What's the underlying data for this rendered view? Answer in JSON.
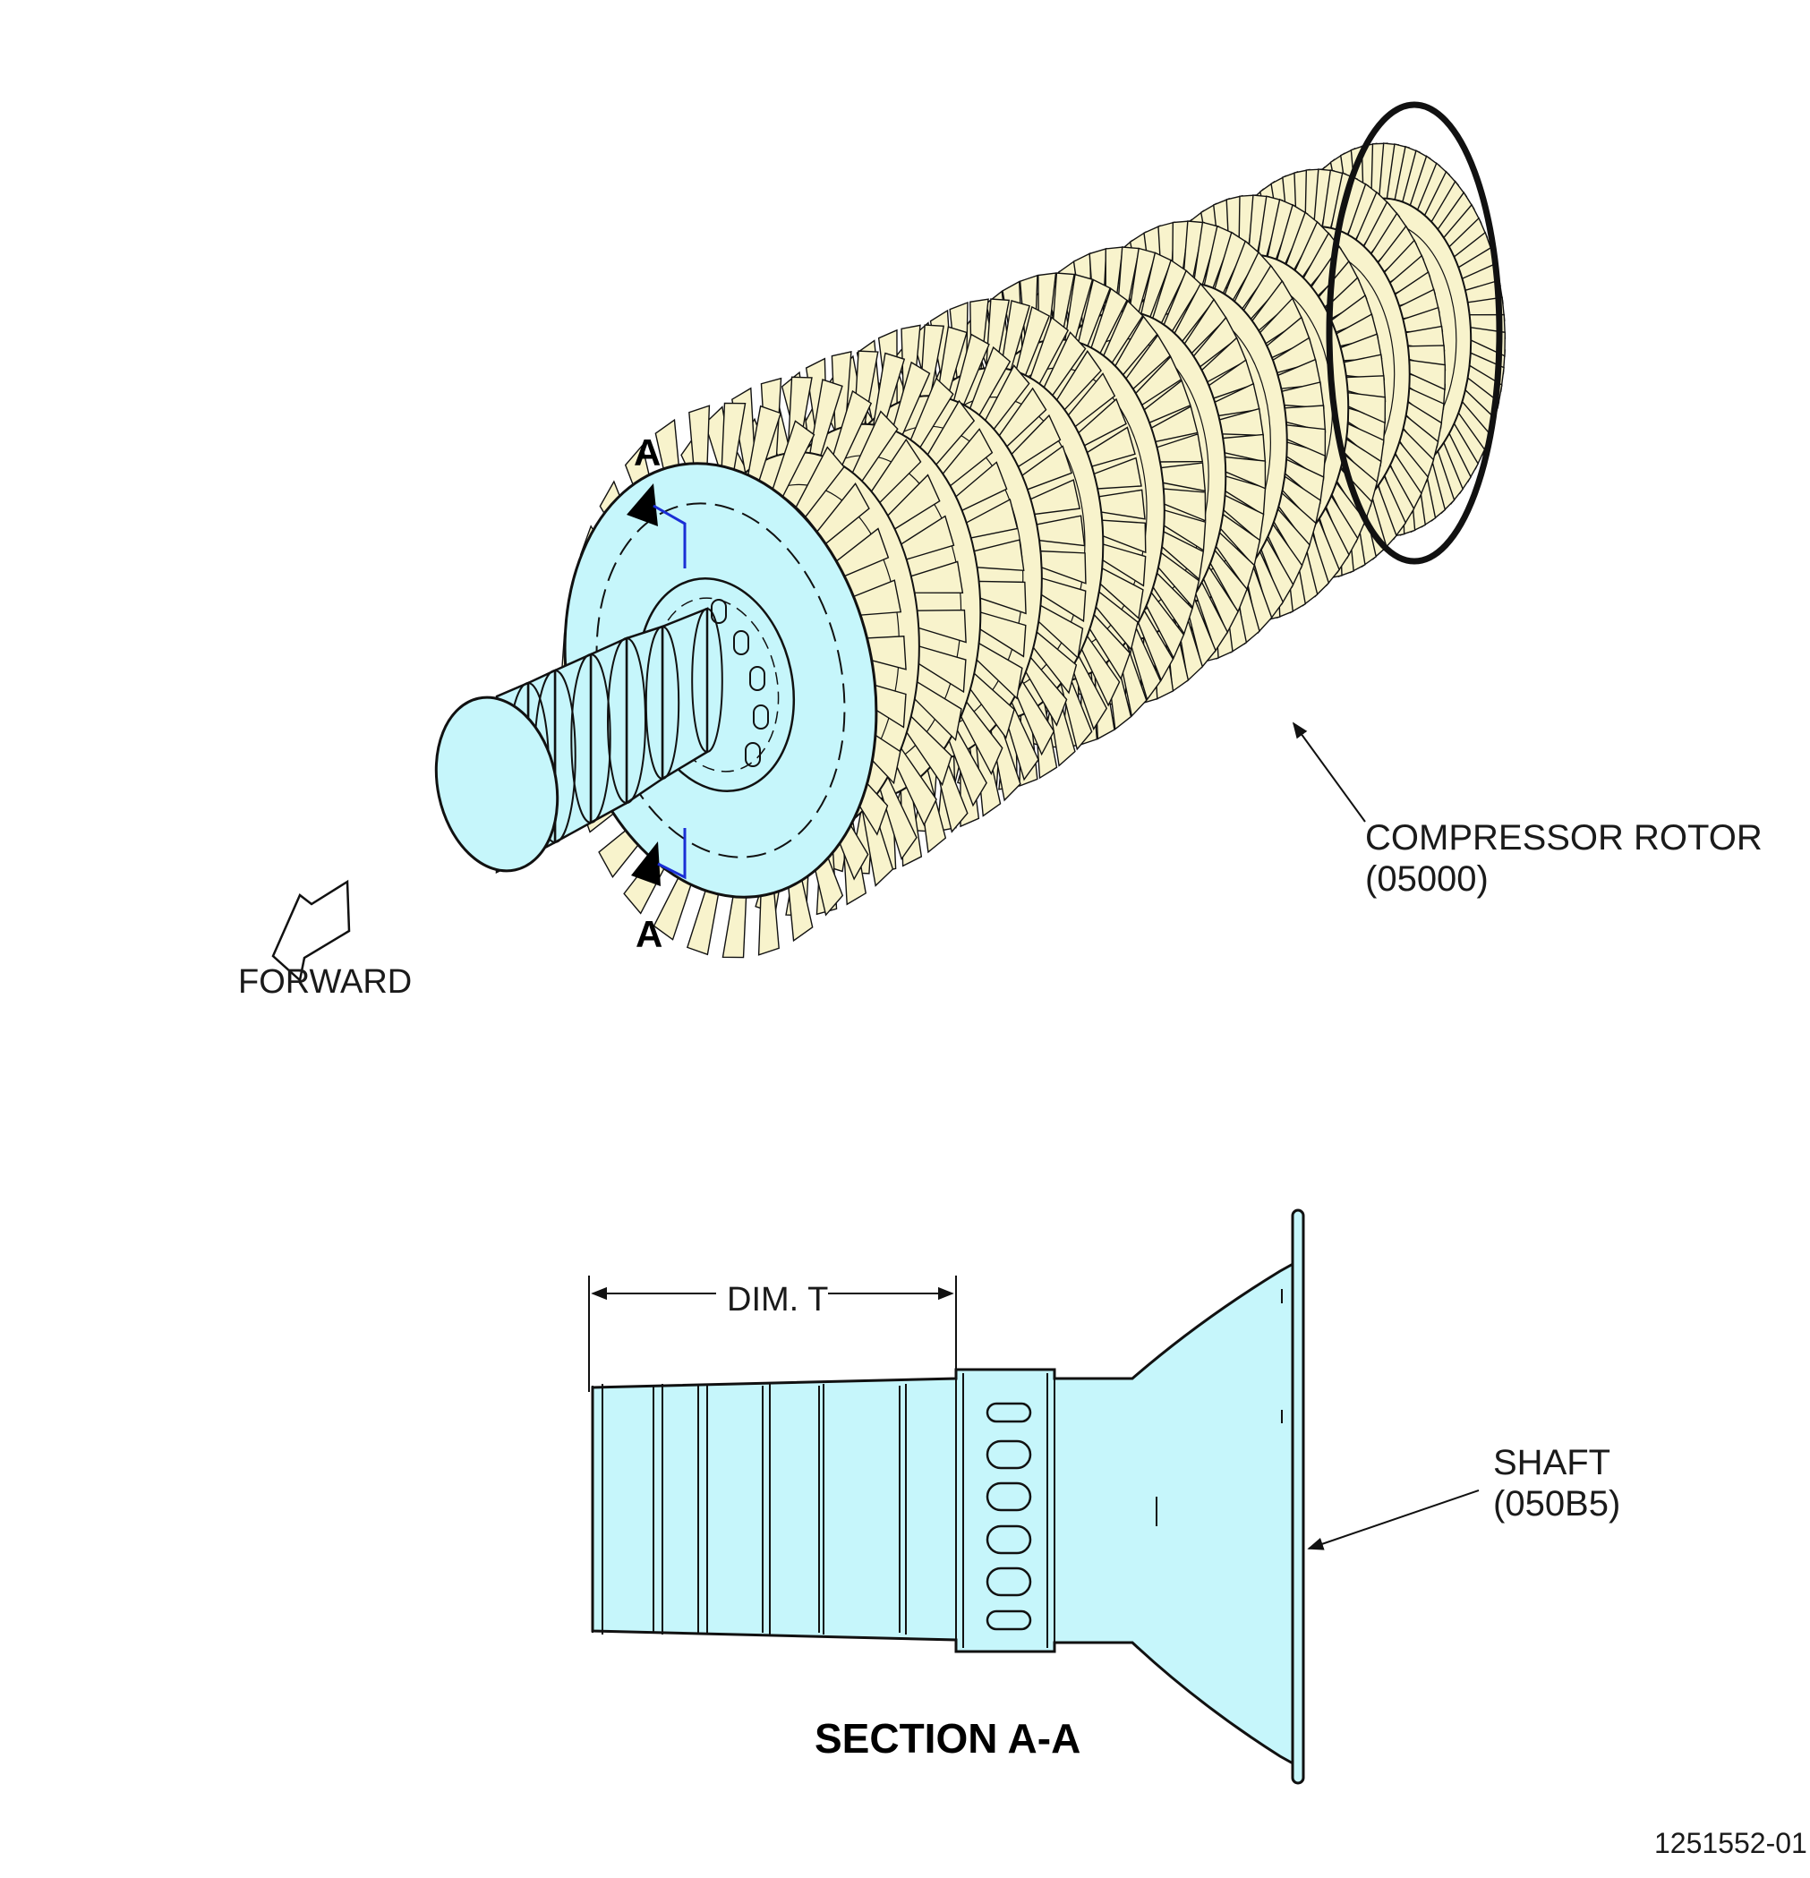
{
  "labels": {
    "section_marker": "A",
    "forward": "FORWARD",
    "rotor_name": "COMPRESSOR ROTOR",
    "rotor_part": "(05000)",
    "dim": "DIM. T",
    "shaft_name": "SHAFT",
    "shaft_part": "(050B5)",
    "section_title": "SECTION A-A",
    "figure_number": "1251552-01"
  },
  "colors": {
    "blade_fill": "#f8f3cc",
    "shaft_fill": "#c6f6fb",
    "line": "#111111",
    "cut_line": "#1a2fd6"
  }
}
